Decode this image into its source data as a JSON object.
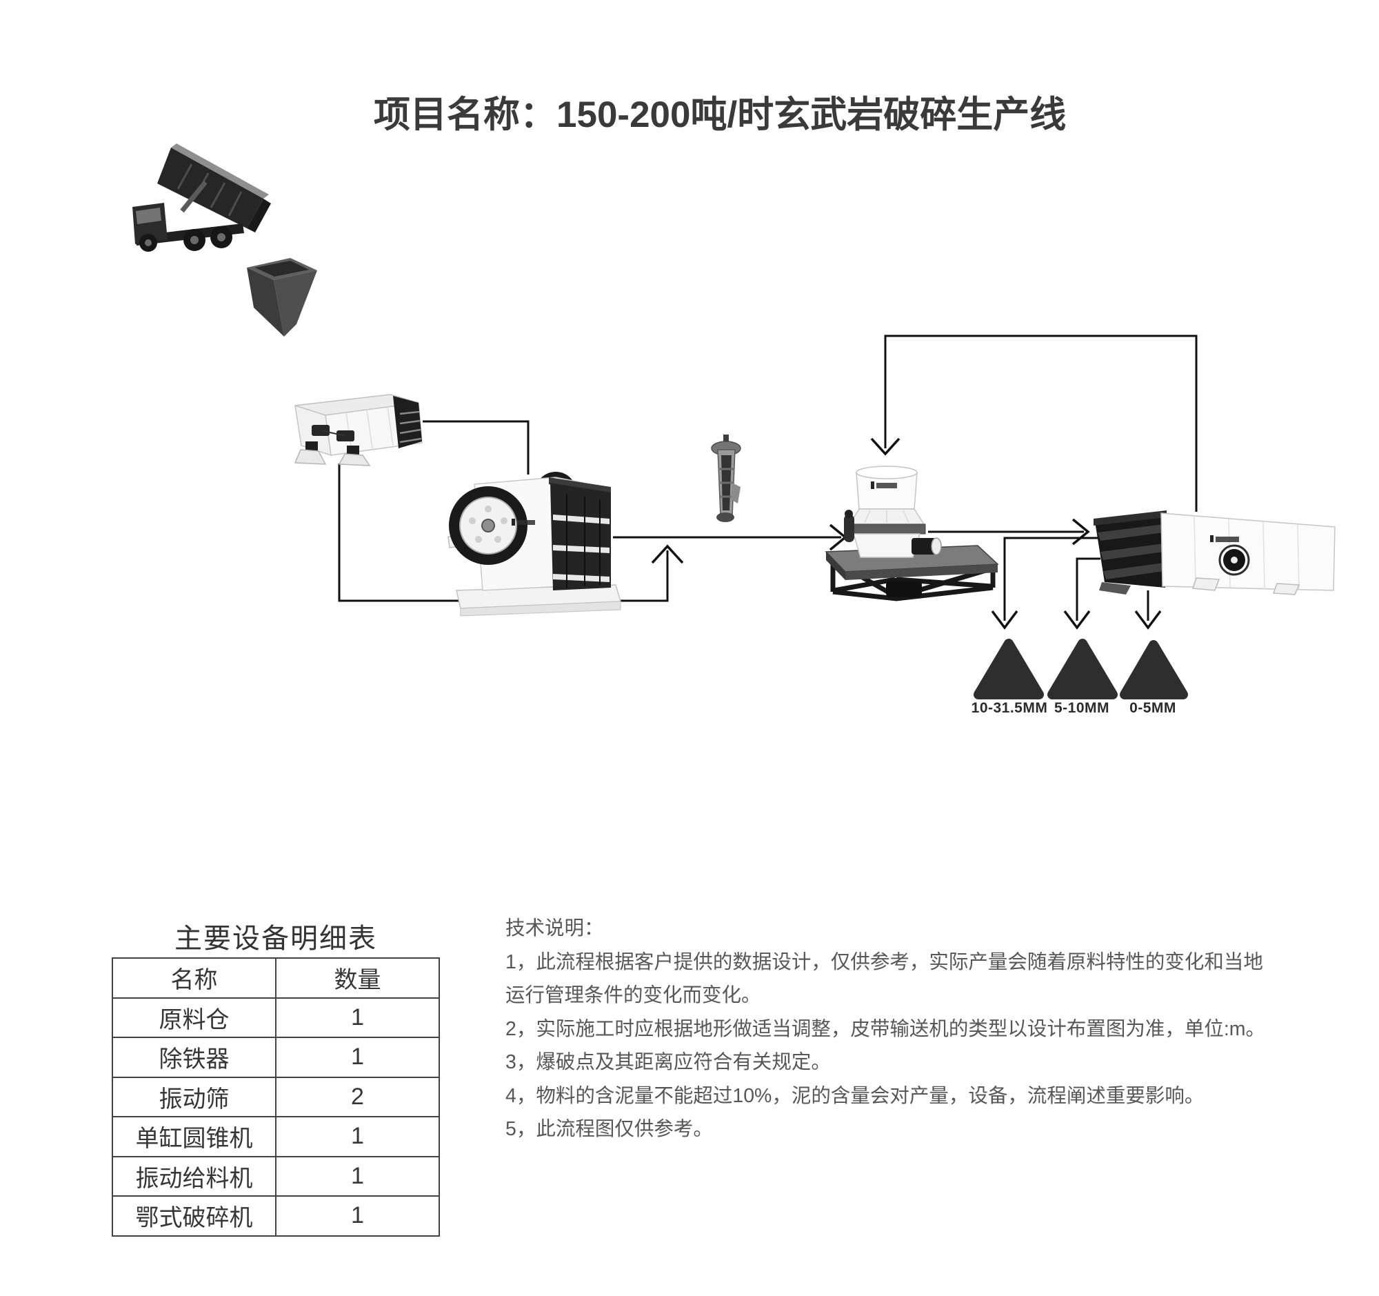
{
  "title": "项目名称：150-200吨/时玄武岩破碎生产线",
  "flow": {
    "machines": [
      {
        "icon": "dump-truck-image"
      },
      {
        "icon": "hopper-image"
      },
      {
        "icon": "vibrating-feeder-image"
      },
      {
        "icon": "jaw-crusher-image"
      },
      {
        "icon": "magnetic-separator-image"
      },
      {
        "icon": "cone-crusher-image"
      },
      {
        "icon": "vibrating-screen-image"
      }
    ],
    "piles": [
      {
        "label": "10-31.5MM"
      },
      {
        "label": "5-10MM"
      },
      {
        "label": "0-5MM"
      }
    ]
  },
  "equipment_table": {
    "title": "主要设备明细表",
    "headers": [
      "名称",
      "数量"
    ],
    "rows": [
      {
        "name": "原料仓",
        "qty": "1"
      },
      {
        "name": "除铁器",
        "qty": "1"
      },
      {
        "name": "振动筛",
        "qty": "2"
      },
      {
        "name": "单缸圆锥机",
        "qty": "1"
      },
      {
        "name": "振动给料机",
        "qty": "1"
      },
      {
        "name": "鄂式破碎机",
        "qty": "1"
      }
    ]
  },
  "tech_notes": {
    "heading": "技术说明：",
    "items": [
      "1，此流程根据客户提供的数据设计，仅供参考，实际产量会随着原料特性的变化和当地运行管理条件的变化而变化。",
      "2，实际施工时应根据地形做适当调整，皮带输送机的类型以设计布置图为准，单位:m。",
      "3，爆破点及其距离应符合有关规定。",
      "4，物料的含泥量不能超过10%，泥的含量会对产量，设备，流程阐述重要影响。",
      "5，此流程图仅供参考。"
    ]
  },
  "colors": {
    "background": "#ffffff",
    "line": "#111111",
    "pile": "#2e2e2e",
    "title_text": "#3a3a3a",
    "table_border": "#424242",
    "notes_text": "#575757"
  }
}
